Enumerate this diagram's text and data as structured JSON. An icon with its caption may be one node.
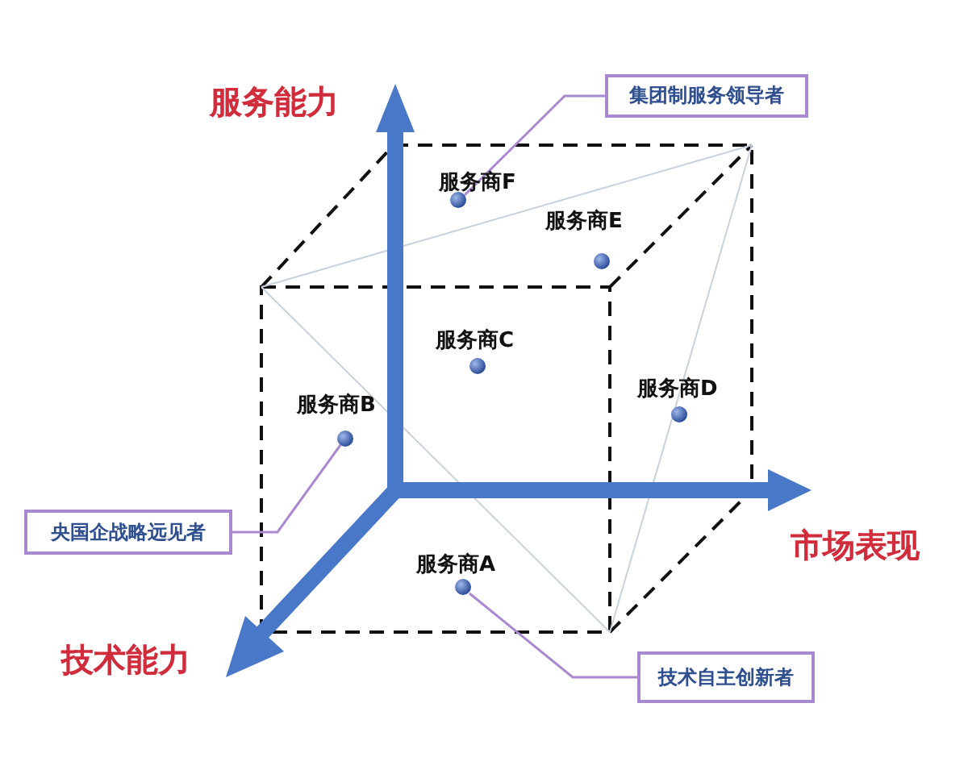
{
  "diagram": {
    "nodes": [
      {
        "text": [
          "集团制服务领导者"
        ]
      },
      {
        "text": [],
        "shape": "circle",
        "beside": [
          "服务商F"
        ]
      },
      {
        "text": [],
        "shape": "circle",
        "beside": [
          "服务商E"
        ]
      },
      {
        "text": [],
        "shape": "circle",
        "beside": [
          "服务商C"
        ]
      },
      {
        "text": [],
        "shape": "circle",
        "beside": [
          "服务商B"
        ]
      },
      {
        "text": [],
        "shape": "circle",
        "beside": [
          "服务商D"
        ]
      },
      {
        "text": [
          "央国企战略远见者"
        ]
      },
      {
        "text": [],
        "shape": "circle",
        "beside": [
          "服务商A"
        ]
      },
      {
        "text": [
          "技术自主创新者"
        ]
      }
    ],
    "edges": [
      {
        "from": 0,
        "to": 1,
        "arrow": "none"
      },
      {
        "from": 6,
        "to": 4,
        "arrow": "none"
      },
      {
        "from": 8,
        "to": 7,
        "arrow": "none"
      }
    ],
    "labels": [
      "服务能力",
      "市场表现",
      "技术能力"
    ]
  }
}
